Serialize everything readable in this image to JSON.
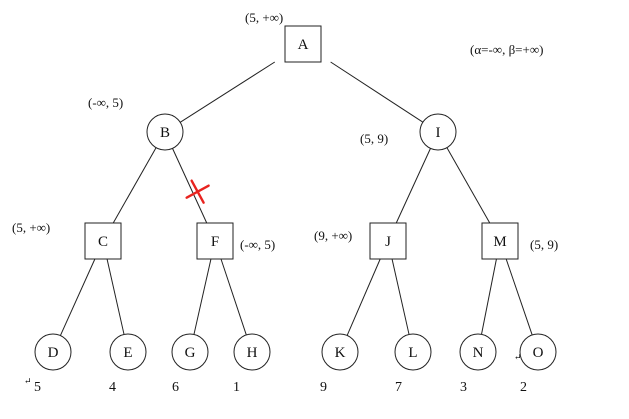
{
  "legend": "(α=-∞, β=+∞)",
  "nodes": [
    {
      "id": "A",
      "label": "A",
      "kind": "max",
      "annotation": "(5, +∞)"
    },
    {
      "id": "B",
      "label": "B",
      "kind": "min",
      "annotation": "(-∞, 5)"
    },
    {
      "id": "I",
      "label": "I",
      "kind": "min",
      "annotation": "(5, 9)"
    },
    {
      "id": "C",
      "label": "C",
      "kind": "max",
      "annotation": "(5, +∞)"
    },
    {
      "id": "F",
      "label": "F",
      "kind": "max",
      "annotation": "(-∞, 5)"
    },
    {
      "id": "J",
      "label": "J",
      "kind": "max",
      "annotation": "(9, +∞)"
    },
    {
      "id": "M",
      "label": "M",
      "kind": "max",
      "annotation": "(5, 9)"
    },
    {
      "id": "D",
      "label": "D",
      "kind": "leaf",
      "value": "5"
    },
    {
      "id": "E",
      "label": "E",
      "kind": "leaf",
      "value": "4"
    },
    {
      "id": "G",
      "label": "G",
      "kind": "leaf",
      "value": "6"
    },
    {
      "id": "H",
      "label": "H",
      "kind": "leaf",
      "value": "1"
    },
    {
      "id": "K",
      "label": "K",
      "kind": "leaf",
      "value": "9"
    },
    {
      "id": "L",
      "label": "L",
      "kind": "leaf",
      "value": "7"
    },
    {
      "id": "N",
      "label": "N",
      "kind": "leaf",
      "value": "3"
    },
    {
      "id": "O",
      "label": "O",
      "kind": "leaf",
      "value": "2"
    }
  ],
  "edges": [
    {
      "from": "A",
      "to": "B"
    },
    {
      "from": "A",
      "to": "I"
    },
    {
      "from": "B",
      "to": "C"
    },
    {
      "from": "B",
      "to": "F",
      "pruned": true
    },
    {
      "from": "I",
      "to": "J"
    },
    {
      "from": "I",
      "to": "M"
    },
    {
      "from": "C",
      "to": "D"
    },
    {
      "from": "C",
      "to": "E"
    },
    {
      "from": "F",
      "to": "G"
    },
    {
      "from": "F",
      "to": "H"
    },
    {
      "from": "J",
      "to": "K"
    },
    {
      "from": "J",
      "to": "L"
    },
    {
      "from": "M",
      "to": "N"
    },
    {
      "from": "M",
      "to": "O"
    }
  ],
  "colors": {
    "line": "#222222",
    "node_fill": "#ffffff",
    "cut_mark": "#e8231f"
  }
}
